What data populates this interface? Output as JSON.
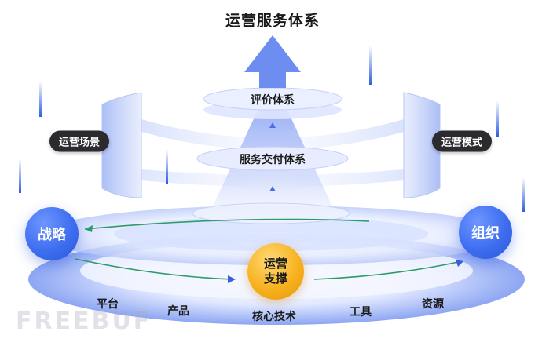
{
  "title": "运营服务体系",
  "layers": {
    "upper": "评价体系",
    "middle": "服务交付体系"
  },
  "side_labels": {
    "left": "运营场景",
    "right": "运营模式"
  },
  "nodes": {
    "left": "战略",
    "right": "组织",
    "center_line1": "运营",
    "center_line2": "支撑"
  },
  "base_items": [
    "平台",
    "产品",
    "核心技术",
    "工具",
    "资源"
  ],
  "watermark": "FREEBUF",
  "colors": {
    "primary_blue": "#3e6ef0",
    "light_blue": "#c9d7ff",
    "orange": "#f7b21e",
    "green_arrow": "#2e9c6a",
    "pill_dark": "#2b2b2f"
  }
}
